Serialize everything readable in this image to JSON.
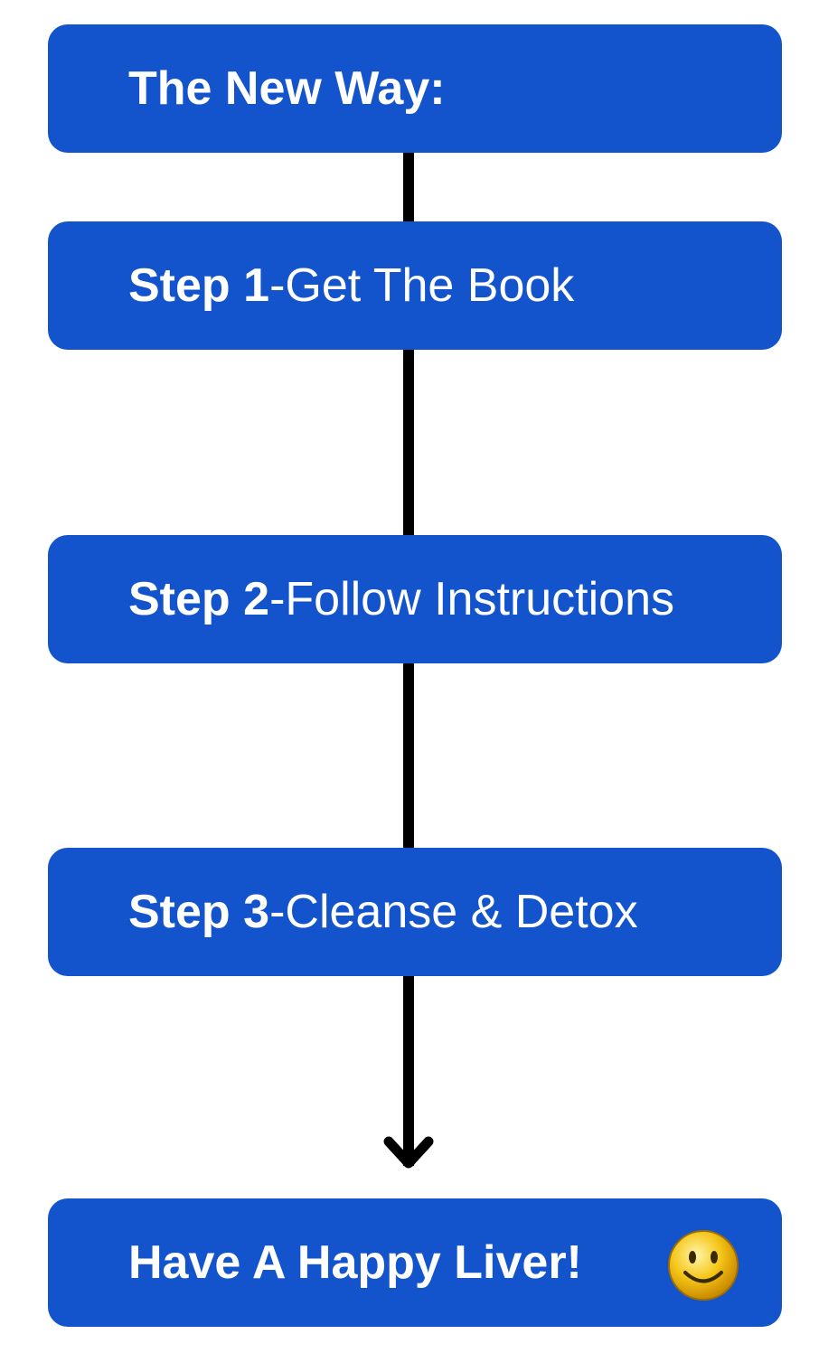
{
  "header": {
    "title": "The New Way:"
  },
  "steps": [
    {
      "label": "Step 1",
      "separator": " - ",
      "text": "Get The Book"
    },
    {
      "label": "Step 2",
      "separator": " - ",
      "text": "Follow Instructions"
    },
    {
      "label": "Step 3",
      "separator": " - ",
      "text": "Cleanse & Detox"
    }
  ],
  "result": {
    "text": "Have A Happy Liver!",
    "icon": "smiley-face-icon"
  },
  "colors": {
    "box": "#1354cc",
    "text": "#ffffff",
    "connector": "#000000",
    "smiley": "#f5c518"
  }
}
